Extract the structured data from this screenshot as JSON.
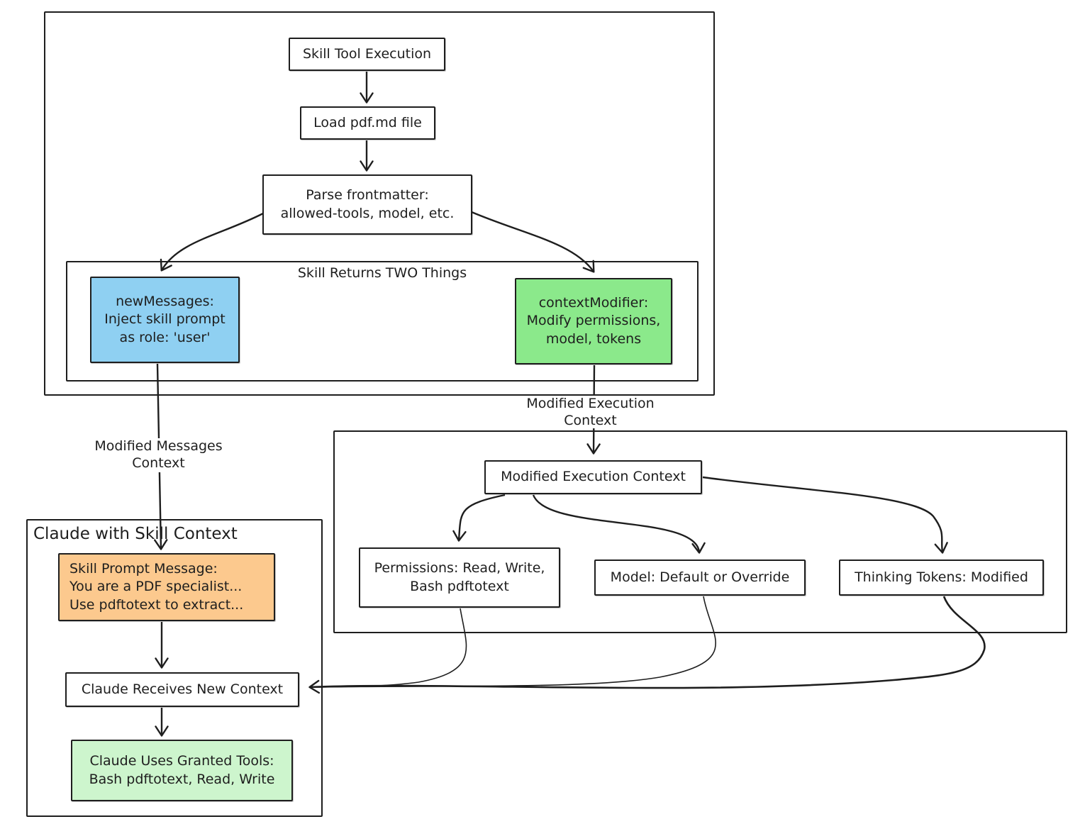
{
  "colors": {
    "ink": "#1e1e1e",
    "blue_fill": "#8fd0f2",
    "green_fill": "#8be98b",
    "orange_fill": "#fcc98e",
    "light_green_fill": "#cdf5cd",
    "background": "#ffffff"
  },
  "pipeline": {
    "skill_tool_execution": "Skill Tool Execution",
    "load_pdf_file": "Load pdf.md file",
    "parse_frontmatter": "Parse frontmatter:\nallowed-tools, model, etc.",
    "skill_returns_title": "Skill Returns TWO Things",
    "new_messages": "newMessages:\nInject skill prompt\nas role: 'user'",
    "context_modifier": "contextModifier:\nModify permissions,\nmodel, tokens"
  },
  "edge_labels": {
    "modified_messages": "Modified Messages\nContext",
    "modified_execution": "Modified Execution\nContext"
  },
  "execution_context": {
    "title": "Modified Execution Context",
    "permissions": "Permissions: Read, Write,\nBash pdftotext",
    "model": "Model: Default or Override",
    "thinking_tokens": "Thinking Tokens: Modified"
  },
  "claude": {
    "container_title": "Claude with Skill Context",
    "skill_prompt_message": "Skill Prompt Message:\nYou are a PDF specialist...\nUse pdftotext to extract...",
    "receives_new_context": "Claude Receives New Context",
    "uses_granted_tools": "Claude Uses Granted Tools:\nBash pdftotext, Read, Write"
  }
}
